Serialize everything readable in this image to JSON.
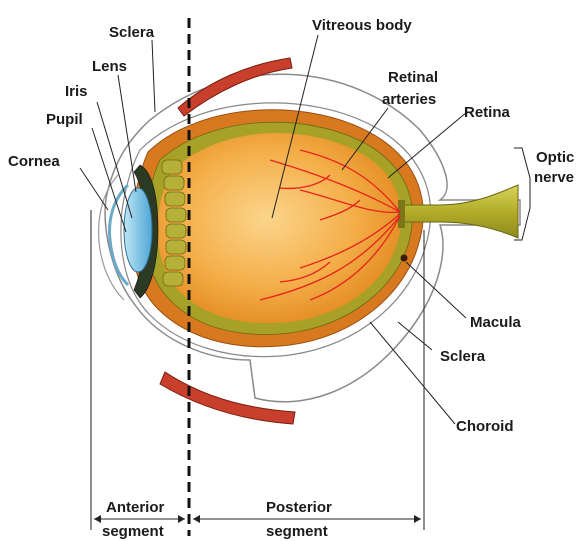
{
  "labels": {
    "sclera_top": "Sclera",
    "vitreous_body": "Vitreous body",
    "lens": "Lens",
    "iris": "Iris",
    "pupil": "Pupil",
    "cornea": "Cornea",
    "retinal_arteries_1": "Retinal",
    "retinal_arteries_2": "arteries",
    "retina": "Retina",
    "optic_nerve_1": "Optic",
    "optic_nerve_2": "nerve",
    "macula": "Macula",
    "sclera_bottom": "Sclera",
    "choroid": "Choroid"
  },
  "segments": {
    "anterior_1": "Anterior",
    "anterior_2": "segment",
    "posterior_1": "Posterior",
    "posterior_2": "segment"
  },
  "colors": {
    "vitreous": "#f0a63a",
    "vitreous_light": "#f8c978",
    "choroid": "#d4761e",
    "retina_layer": "#a8a024",
    "ciliary": "#c2b83e",
    "sclera_outline": "#777777",
    "muscle": "#c0392b",
    "lens_blue": "#7cc3e4",
    "vessel": "#e8221d"
  }
}
